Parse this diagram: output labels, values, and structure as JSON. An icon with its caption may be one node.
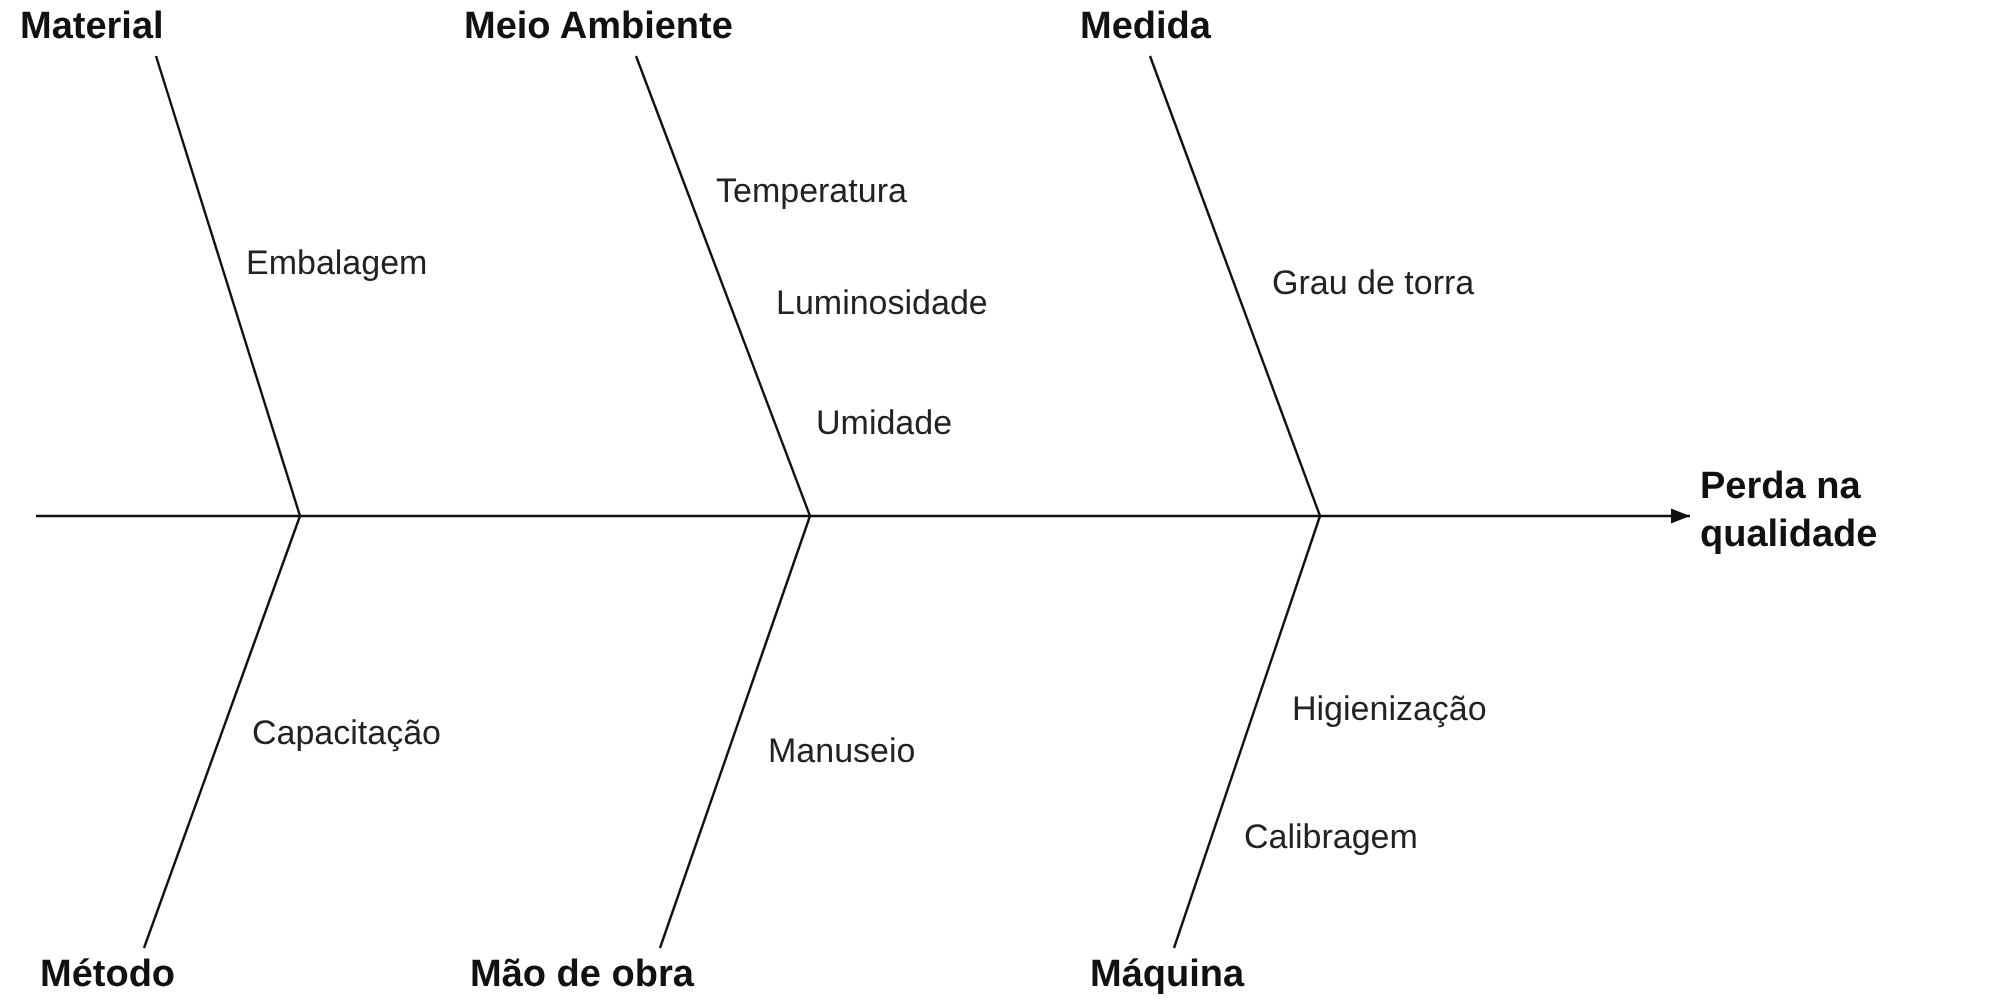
{
  "diagram": {
    "nodes": [
      {
        "text": [
          "Material"
        ]
      },
      {
        "text": [
          "Meio Ambiente"
        ]
      },
      {
        "text": [
          "Medida"
        ]
      },
      {
        "text": [
          "Método"
        ]
      },
      {
        "text": [
          "Mão de obra"
        ]
      },
      {
        "text": [
          "Máquina"
        ]
      },
      {
        "text": [
          "Perda na qualidade"
        ]
      }
    ],
    "edges": [
      {
        "from": null,
        "to": 6,
        "arrow": "to"
      },
      {
        "from": 0,
        "to": null,
        "arrow": "none"
      },
      {
        "from": 1,
        "to": null,
        "arrow": "none"
      },
      {
        "from": 2,
        "to": null,
        "arrow": "none"
      },
      {
        "from": 3,
        "to": null,
        "arrow": "none"
      },
      {
        "from": 4,
        "to": null,
        "arrow": "none"
      },
      {
        "from": 5,
        "to": null,
        "arrow": "none"
      }
    ],
    "labels": [
      "Embalagem",
      "Temperatura",
      "Luminosidade",
      "Umidade",
      "Grau de torra",
      "Capacitação",
      "Manuseio",
      "Higienização",
      "Calibragem"
    ]
  }
}
